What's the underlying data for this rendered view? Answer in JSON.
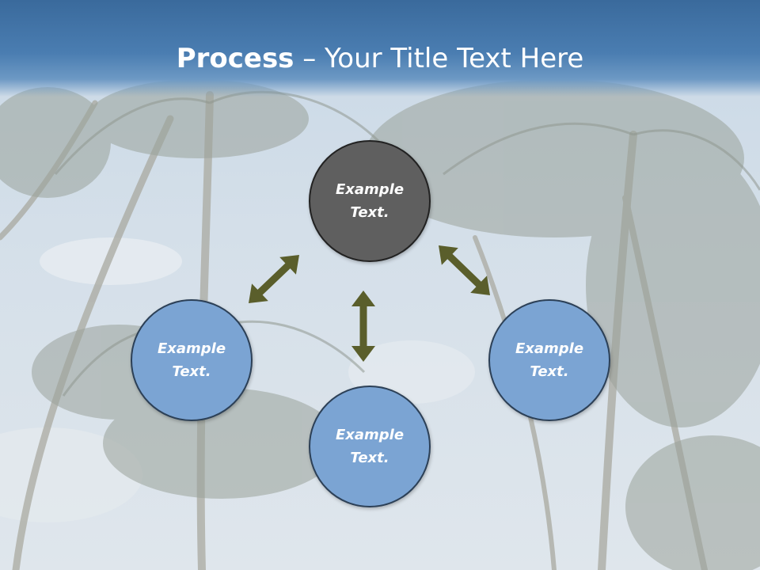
{
  "slide": {
    "title_bold": "Process",
    "title_rest": " – Your Title Text Here"
  },
  "diagram": {
    "nodes": [
      {
        "id": "top",
        "label": "Example\nText.",
        "style": "dark"
      },
      {
        "id": "left",
        "label": "Example\nText.",
        "style": "blue"
      },
      {
        "id": "bottom",
        "label": "Example\nText.",
        "style": "blue"
      },
      {
        "id": "right",
        "label": "Example\nText.",
        "style": "blue"
      }
    ],
    "connectors": [
      {
        "from": "top",
        "to": "left",
        "type": "double-arrow"
      },
      {
        "from": "top",
        "to": "bottom",
        "type": "double-arrow"
      },
      {
        "from": "top",
        "to": "right",
        "type": "double-arrow"
      }
    ]
  },
  "colors": {
    "header_blue": "#4a7db1",
    "node_dark": "#5f5f5f",
    "node_blue": "#7ba4d3",
    "arrow": "#5a5e2b"
  }
}
